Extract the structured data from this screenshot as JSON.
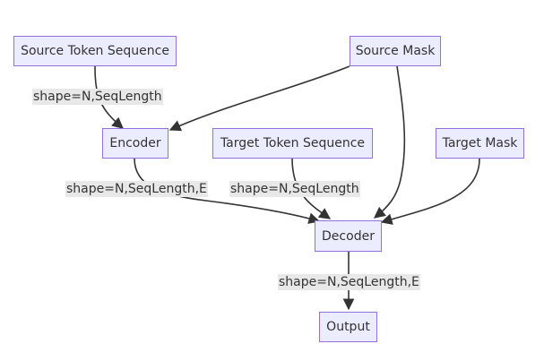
{
  "nodes": {
    "source_token_sequence": "Source Token Sequence",
    "source_mask": "Source Mask",
    "encoder": "Encoder",
    "target_token_sequence": "Target Token Sequence",
    "target_mask": "Target Mask",
    "decoder": "Decoder",
    "output": "Output"
  },
  "edges": {
    "source_tokens_to_encoder": "shape=N,SeqLength",
    "encoder_to_decoder": "shape=N,SeqLength,E",
    "target_tokens_to_decoder": "shape=N,SeqLength",
    "decoder_to_output": "shape=N,SeqLength,E"
  },
  "colors": {
    "node_fill": "#ECECFF",
    "node_border": "#9370DB",
    "edge_line": "#333333",
    "edge_label_bg": "#e8e8e8",
    "text": "#333333"
  }
}
